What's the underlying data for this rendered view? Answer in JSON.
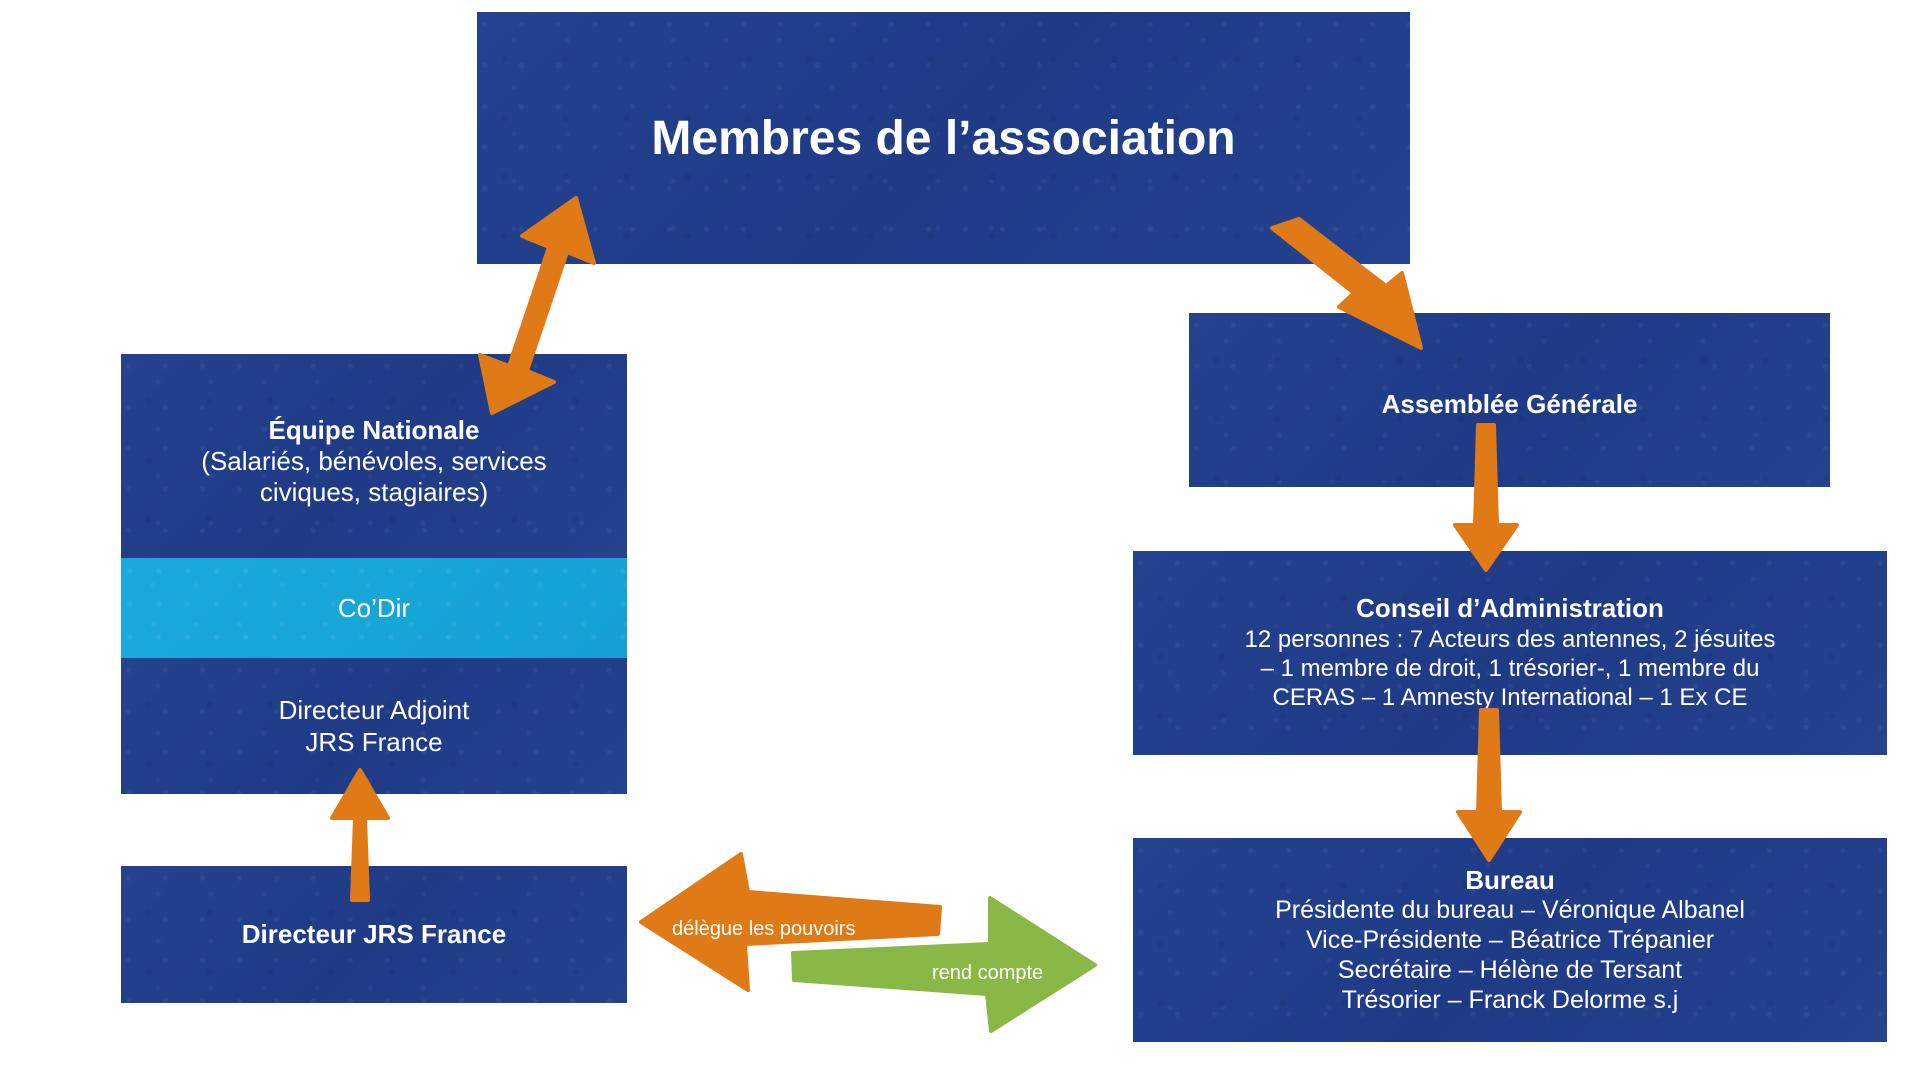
{
  "membres": {
    "title": "Membres de l’association"
  },
  "equipe": {
    "title": "Équipe Nationale",
    "lines": [
      "(Salariés, bénévoles, services",
      "civiques, stagiaires)"
    ]
  },
  "codir": {
    "label": "Co’Dir"
  },
  "adjoint": {
    "lines": [
      "Directeur Adjoint",
      "JRS France"
    ]
  },
  "directeur": {
    "title": "Directeur JRS France"
  },
  "assemblee": {
    "title": "Assemblée Générale"
  },
  "conseil": {
    "title": "Conseil d’Administration",
    "lines": [
      "12 personnes : 7 Acteurs des antennes, 2 jésuites",
      "– 1 membre de droit, 1 trésorier-, 1 membre du",
      "CERAS – 1 Amnesty International – 1 Ex CE"
    ]
  },
  "bureau": {
    "title": "Bureau",
    "lines": [
      "Présidente du bureau – Véronique Albanel",
      "Vice-Présidente – Béatrice Trépanier",
      "Secrétaire – Hélène de Tersant",
      "Trésorier – Franck Delorme s.j"
    ]
  },
  "arrows": {
    "delegue_label": "délègue les pouvoirs",
    "rend_label": "rend compte"
  },
  "colors": {
    "box_blue": "#223f8e",
    "codir_cyan": "#17a7d9",
    "arrow_orange": "#df7a16",
    "arrow_green": "#8ab846"
  }
}
